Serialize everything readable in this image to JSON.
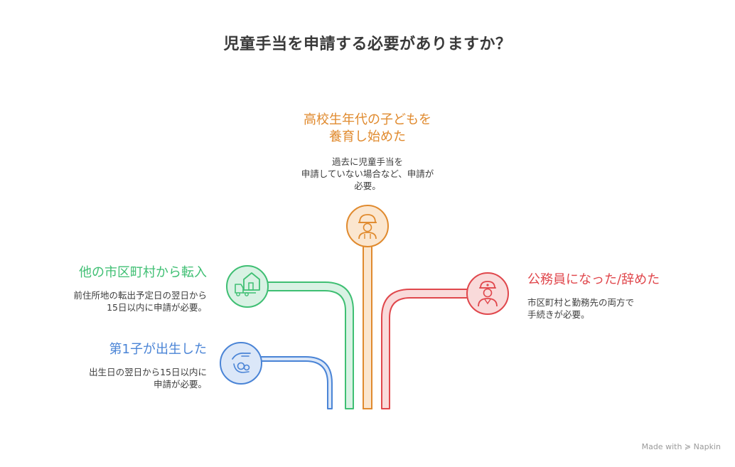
{
  "title": "児童手当を申請する必要がありますか？",
  "items": [
    {
      "heading_line1": "高校生年代の子どもを",
      "heading_line2": "養育し始めた",
      "desc_line1": "過去に児童手当を",
      "desc_line2": "申請していない場合など、申請が",
      "desc_line3": "必要。",
      "icon": "construction-worker-icon",
      "color": "#e08a2e"
    },
    {
      "heading": "他の市区町村から転入",
      "desc_line1": "前住所地の転出予定日の翌日から",
      "desc_line2": "15日以内に申請が必要。",
      "icon": "moving-truck-house-icon",
      "color": "#3fbf73"
    },
    {
      "heading": "公務員になった/辞めた",
      "desc_line1": "市区町村と勤務先の両方で",
      "desc_line2": "手続きが必要。",
      "icon": "official-person-icon",
      "color": "#e0474c"
    },
    {
      "heading": "第1子が出生した",
      "desc_line1": "出生日の翌日から15日以内に",
      "desc_line2": "申請が必要。",
      "icon": "baby-in-hand-icon",
      "color": "#4a84d6"
    }
  ],
  "footer": {
    "made_with": "Made with",
    "brand": "Napkin"
  }
}
